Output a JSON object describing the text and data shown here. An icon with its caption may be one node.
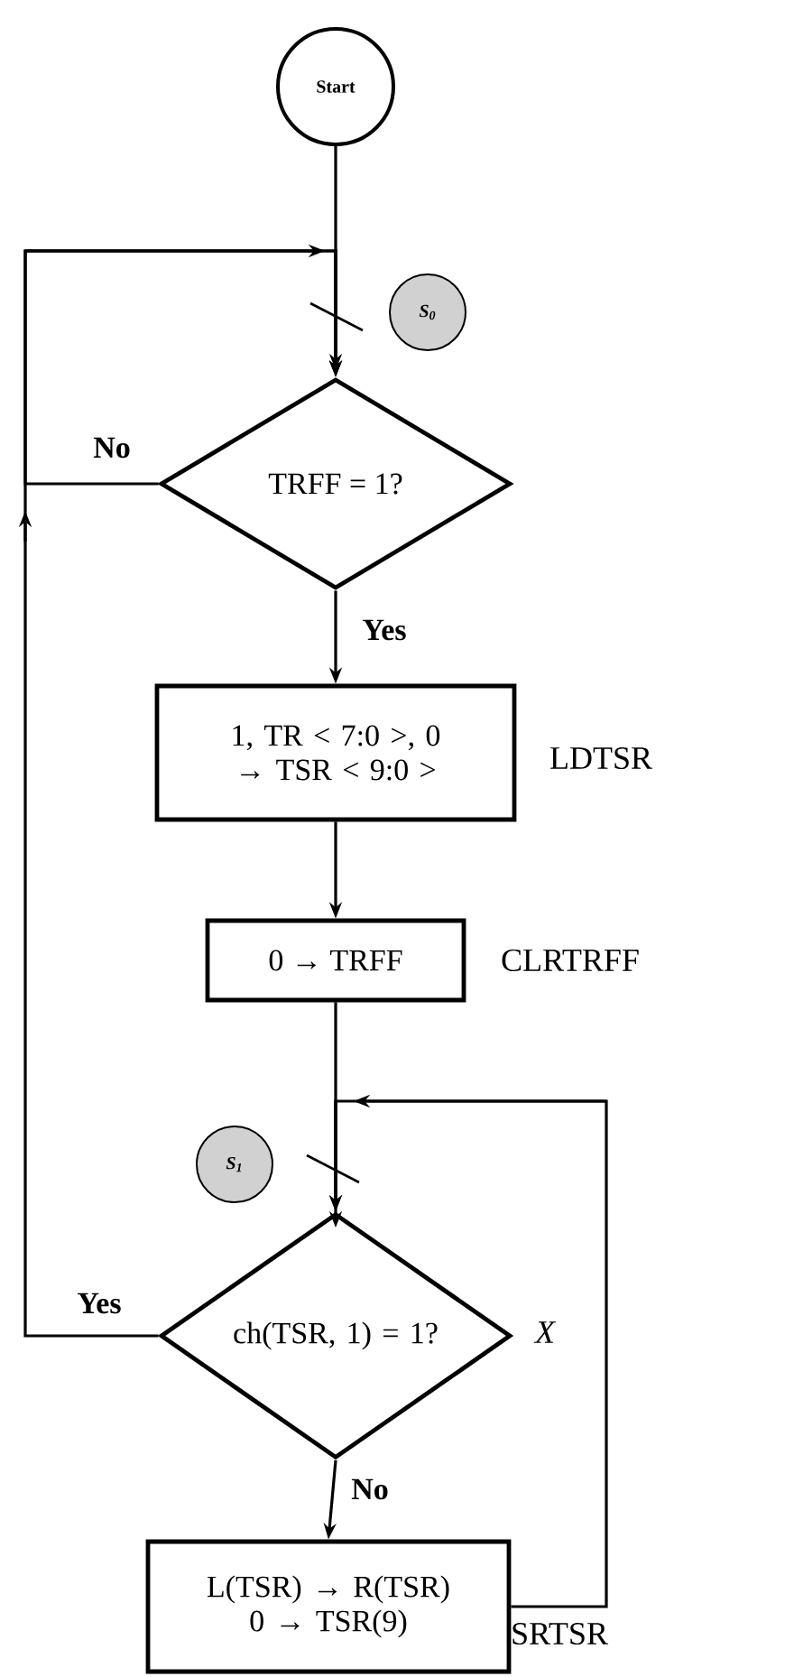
{
  "diagram": {
    "nodes": [
      {
        "text": [
          "Start"
        ]
      },
      {
        "text": [
          "S$_{0}$"
        ]
      },
      {
        "text": [
          "TRFF = 1?"
        ]
      },
      {
        "text": [
          "1, TR < 7:0 >, 0 → TSR < 9:0 >"
        ],
        "beside": [
          "LDTSR"
        ]
      },
      {
        "text": [
          "0 → TRFF"
        ],
        "beside": [
          "CLRTRFF"
        ]
      },
      {
        "text": [
          "S$_{1}$"
        ]
      },
      {
        "text": [
          "ch(TSR, 1) = 1?"
        ],
        "beside": [
          "X"
        ]
      },
      {
        "text": [
          "L(TSR) → R(TSR) 0 → TSR(9)"
        ],
        "beside": [
          "SRTSR"
        ]
      }
    ],
    "edges": [
      {
        "from": 0,
        "to": 2,
        "arrow": "to"
      },
      {
        "from": 2,
        "to": 2,
        "arrow": "to",
        "label": "No"
      },
      {
        "from": 2,
        "to": 3,
        "arrow": "to",
        "label": "Yes"
      },
      {
        "from": 3,
        "to": 4,
        "arrow": "to"
      },
      {
        "from": 4,
        "to": 6,
        "arrow": "to"
      },
      {
        "from": 6,
        "to": 2,
        "arrow": "to",
        "label": "Yes"
      },
      {
        "from": 6,
        "to": 7,
        "arrow": "to",
        "label": "No"
      },
      {
        "from": 7,
        "to": 6,
        "arrow": "to"
      }
    ]
  }
}
